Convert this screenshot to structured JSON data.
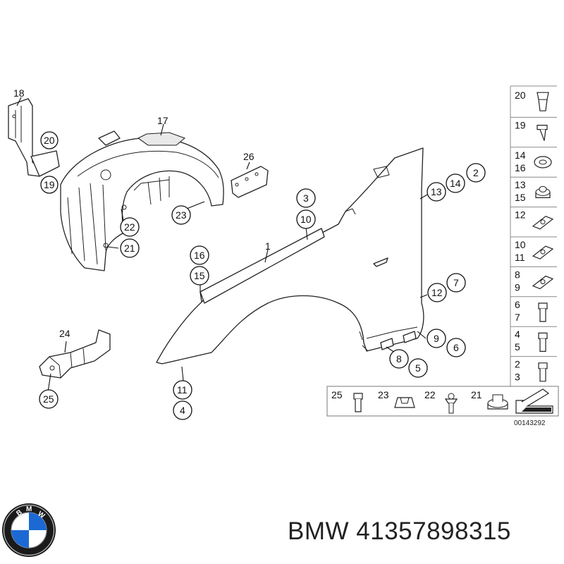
{
  "diagram": {
    "callouts": {
      "c18": "18",
      "c20a": "20",
      "c19a": "19",
      "c17": "17",
      "c26": "26",
      "c23a": "23",
      "c22a": "22",
      "c21a": "21",
      "c1": "1",
      "c3": "3",
      "c10": "10",
      "c16": "16",
      "c15": "15",
      "c13": "13",
      "c14": "14",
      "c2": "2",
      "c12": "12",
      "c7": "7",
      "c9": "9",
      "c6": "6",
      "c8": "8",
      "c5": "5",
      "c11": "11",
      "c4": "4",
      "c24": "24",
      "c25a": "25"
    },
    "legend_right": [
      {
        "labels": [
          "20"
        ]
      },
      {
        "labels": [
          "19"
        ]
      },
      {
        "labels": [
          "14",
          "16"
        ]
      },
      {
        "labels": [
          "13",
          "15"
        ]
      },
      {
        "labels": [
          "12"
        ]
      },
      {
        "labels": [
          "10",
          "11"
        ]
      },
      {
        "labels": [
          "8",
          "9"
        ]
      },
      {
        "labels": [
          "6",
          "7"
        ]
      },
      {
        "labels": [
          "4",
          "5"
        ]
      },
      {
        "labels": [
          "2",
          "3"
        ]
      }
    ],
    "legend_bottom": [
      "25",
      "23",
      "22",
      "21"
    ],
    "reference_number": "00143292"
  },
  "brand": {
    "logo_text": "BMW",
    "caption": "BMW 41357898315",
    "colors": {
      "blue": "#1c69d4",
      "ring": "#111111",
      "silver": "#cfcfcf"
    }
  }
}
